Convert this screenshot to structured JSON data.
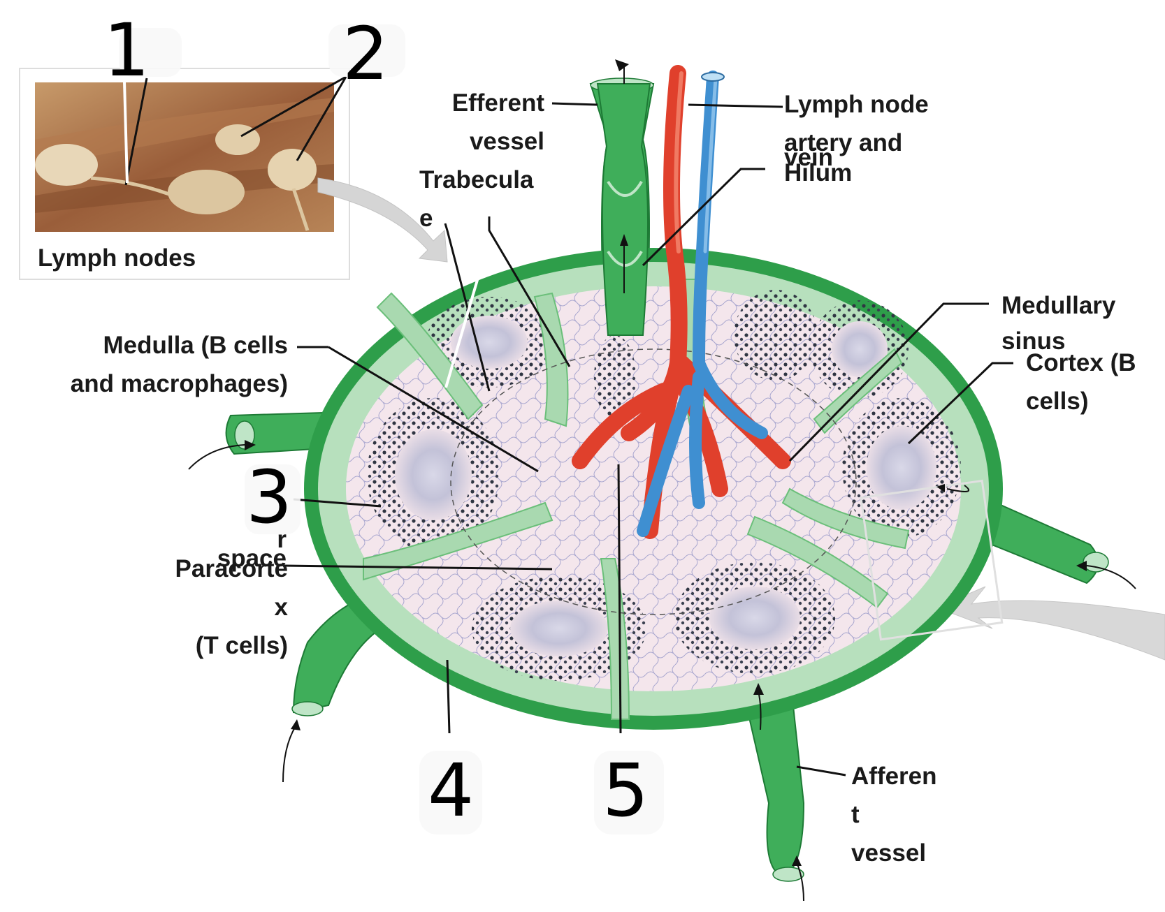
{
  "figure": {
    "inset_caption": "Lymph nodes",
    "labels": {
      "efferent_vessel": [
        "Efferent",
        "vessel"
      ],
      "lymph_node_artery_vein": [
        "Lymph node",
        "artery and",
        "vein"
      ],
      "hilum": "Hilum",
      "trabeculae": [
        "Trabecula",
        "e"
      ],
      "medullary_sinus": [
        "Medullary",
        "sinus"
      ],
      "cortex": [
        "Cortex (B",
        "cells)"
      ],
      "medulla": [
        "Medulla (B cells",
        "and macrophages)"
      ],
      "subcapsular_space_fragment": [
        "r",
        "space"
      ],
      "paracortex": [
        "Paracorte",
        "x",
        "(T cells)"
      ],
      "afferent_vessel": [
        "Afferen",
        "t",
        "vessel"
      ]
    },
    "handwritten_numbers": [
      "1",
      "2",
      "3",
      "4",
      "5"
    ]
  },
  "colors": {
    "capsule": "#2e9e4a",
    "trabecula": "#a9d9b0",
    "parenchyma": "#f3e3ea",
    "follicle": "#c9c9dc",
    "artery": "#e0402c",
    "vein": "#3f8fd1",
    "vessel_green": "#3fae5a"
  }
}
